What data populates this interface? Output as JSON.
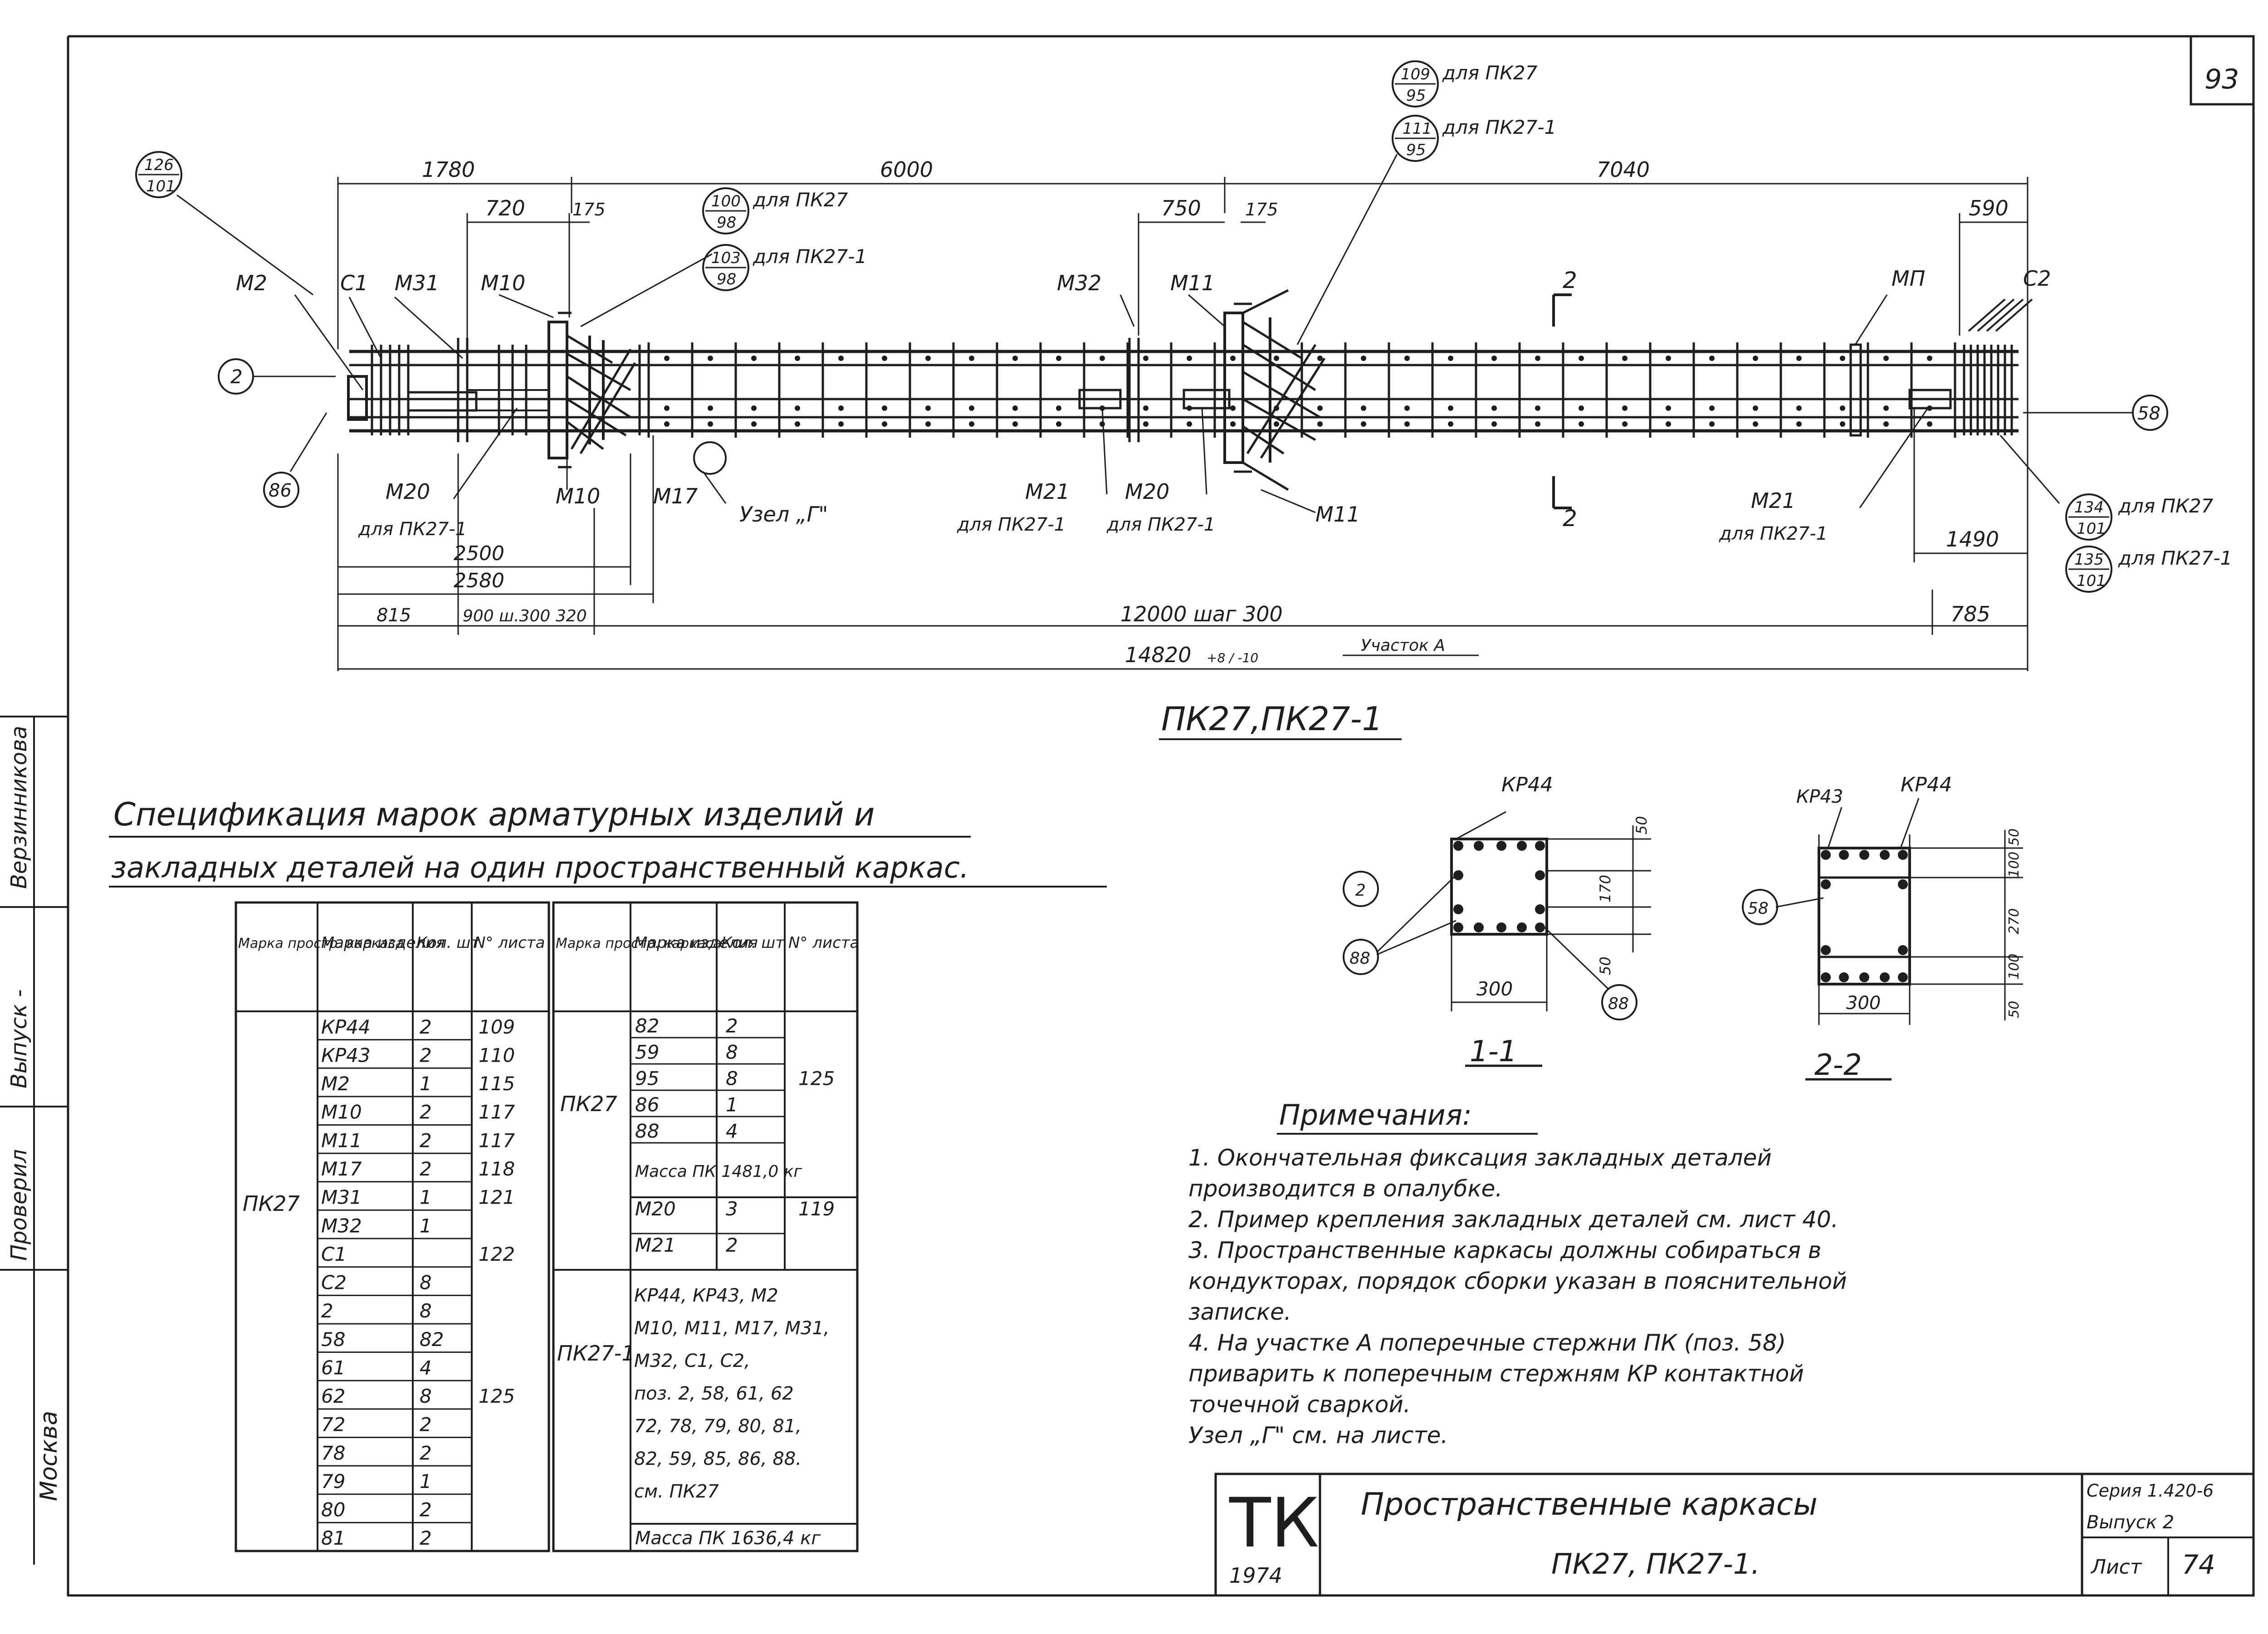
{
  "sheet": {
    "corner_number": "93",
    "left_column": {
      "name1": "Верзинникова",
      "role1": "Выпуск -",
      "role2": "Проверил",
      "city": "Москва"
    }
  },
  "drawing": {
    "subtitle": "ПК27,ПК27-1",
    "dims": {
      "d1780": "1780",
      "d6000": "6000",
      "d7040": "7040",
      "d720": "720",
      "d175a": "175",
      "d750": "750",
      "d175b": "175",
      "d590": "590",
      "d2500": "2500",
      "d2580": "2580",
      "d815": "815",
      "d900": "900 ш.300",
      "d320": "320",
      "d12000": "12000 шаг 300",
      "d785": "785",
      "d14820": "14820",
      "d14820_tol": "+8 / -10",
      "d1490": "1490",
      "sector": "Участок А"
    },
    "labels": {
      "M2": "М2",
      "C1": "С1",
      "M31": "М31",
      "M10a": "М10",
      "M32": "М32",
      "M11a": "М11",
      "MP": "МП",
      "C2": "С2",
      "M20a": "М20",
      "forPK27_1a": "для ПК27-1",
      "M10b": "М10",
      "M17": "М17",
      "node": "Узел „Г\"",
      "M21a": "М21",
      "forPK27_1b": "для ПК27-1",
      "M20b": "М20",
      "forPK27_1c": "для ПК27-1",
      "M11b": "М11",
      "M21b": "М21",
      "forPK27_1d": "для ПК27-1",
      "cut2top": "2",
      "cut2bot": "2",
      "forPK27": "для ПК27",
      "forPK27_1": "для ПК27-1"
    },
    "circles": {
      "c2": "2",
      "c86": "86",
      "c58": "58",
      "c126": "126",
      "c101a": "101",
      "c109": "109",
      "c95a": "95",
      "c111": "111",
      "c95b": "95",
      "c100": "100",
      "c98a": "98",
      "c103": "103",
      "c98b": "98",
      "c134": "134",
      "c101b": "101",
      "c135": "135",
      "c101c": "101"
    }
  },
  "spec": {
    "title1": "Спецификация марок арматурных изделий и",
    "title2": "закладных деталей на один пространственный каркас.",
    "headers_left": [
      "Марка простр. каркаса",
      "Марка изделия",
      "Кол. шт",
      "N° листа"
    ],
    "headers_right": [
      "Марка простр. каркаса",
      "Марка изделия",
      "Кол. шт",
      "N° листа"
    ],
    "left_frame": "ПК27",
    "left_rows": [
      [
        "КР44",
        "2",
        "109"
      ],
      [
        "КР43",
        "2",
        "110"
      ],
      [
        "М2",
        "1",
        "115"
      ],
      [
        "М10",
        "2",
        "117"
      ],
      [
        "М11",
        "2",
        "117"
      ],
      [
        "М17",
        "2",
        "118"
      ],
      [
        "М31",
        "1",
        "121"
      ],
      [
        "М32",
        "1",
        ""
      ],
      [
        "С1",
        "",
        "122"
      ],
      [
        "С2",
        "8",
        ""
      ],
      [
        "2",
        "8",
        ""
      ],
      [
        "58",
        "82",
        ""
      ],
      [
        "61",
        "4",
        ""
      ],
      [
        "62",
        "8",
        "125"
      ],
      [
        "72",
        "2",
        ""
      ],
      [
        "78",
        "2",
        ""
      ],
      [
        "79",
        "1",
        ""
      ],
      [
        "80",
        "2",
        ""
      ],
      [
        "81",
        "2",
        ""
      ]
    ],
    "right_frame1": "ПК27",
    "right_frame2": "ПК27-1",
    "right_rows": [
      [
        "82",
        "2",
        ""
      ],
      [
        "59",
        "8",
        ""
      ],
      [
        "95",
        "8",
        "125"
      ],
      [
        "86",
        "1",
        ""
      ],
      [
        "88",
        "4",
        ""
      ]
    ],
    "right_mass1": "Масса ПК 1481,0 кг",
    "right_rows2": [
      [
        "М20",
        "3",
        "119"
      ],
      [
        "М21",
        "2",
        ""
      ]
    ],
    "right_text": [
      "КР44, КР43, М2",
      "М10, М11, М17, М31,",
      "М32, С1, С2,",
      "поз. 2, 58, 61, 62",
      "72, 78, 79, 80, 81,",
      "82, 59, 85, 86, 88.",
      "см. ПК27"
    ],
    "right_mass2": "Масса ПК 1636,4 кг"
  },
  "sections": {
    "s1": {
      "title": "1-1",
      "label": "КР44",
      "width": "300",
      "dims": [
        "50",
        "170",
        "50"
      ],
      "circle": "88",
      "circle2": "88",
      "circle3": "2"
    },
    "s2": {
      "title": "2-2",
      "label1": "КР43",
      "label2": "КР44",
      "width": "300",
      "dims": [
        "50",
        "100",
        "270",
        "100",
        "50"
      ],
      "circle": "58"
    }
  },
  "notes": {
    "title": "Примечания:",
    "lines": [
      "1. Окончательная фиксация закладных деталей",
      "производится в опалубке.",
      "2. Пример крепления закладных деталей см. лист 40.",
      "3. Пространственные каркасы должны собираться в",
      "кондукторах, порядок сборки указан в пояснительной",
      "записке.",
      "4. На участке А поперечные стержни ПК (поз. 58)",
      "приварить к поперечным стержням КР контактной",
      "точечной сваркой.",
      "Узел „Г\" см. на листе."
    ]
  },
  "stamp": {
    "logo": "ТК",
    "year": "1974",
    "title1": "Пространственные каркасы",
    "title2": "ПК27, ПК27-1.",
    "series": "Серия 1.420-6",
    "issue": "Выпуск 2",
    "sheet_label": "Лист",
    "sheet_no": "74"
  }
}
